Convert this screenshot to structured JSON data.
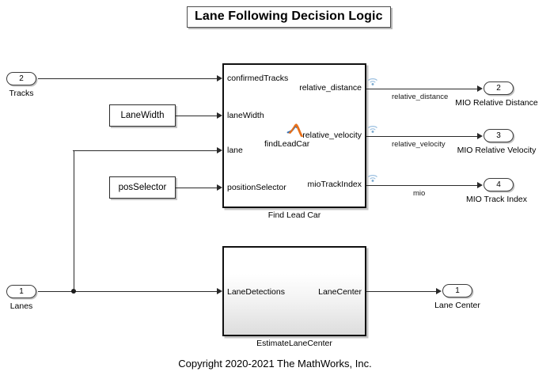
{
  "diagram": {
    "title": "Lane Following Decision Logic",
    "copyright": "Copyright 2020-2021 The MathWorks, Inc."
  },
  "inports": [
    {
      "number": "2",
      "label": "Tracks"
    },
    {
      "number": "1",
      "label": "Lanes"
    }
  ],
  "outports": [
    {
      "number": "2",
      "label": "MIO Relative Distance"
    },
    {
      "number": "3",
      "label": "MIO Relative Velocity"
    },
    {
      "number": "4",
      "label": "MIO Track Index"
    },
    {
      "number": "1",
      "label": "Lane Center"
    }
  ],
  "constants": [
    {
      "name": "LaneWidth"
    },
    {
      "name": "posSelector"
    }
  ],
  "blocks": {
    "find_lead_car": {
      "caption": "Find Lead Car",
      "function_name": "findLeadCar",
      "inputs": [
        "confirmedTracks",
        "laneWidth",
        "lane",
        "positionSelector"
      ],
      "outputs": [
        "relative_distance",
        "relative_velocity",
        "mioTrackIndex"
      ]
    },
    "estimate_lane_center": {
      "caption": "EstimateLaneCenter",
      "inputs": [
        "LaneDetections"
      ],
      "outputs": [
        "LaneCenter"
      ]
    }
  },
  "signal_labels": [
    "relative_distance",
    "relative_velocity",
    "mio"
  ],
  "colors": {
    "line": "#2a2a2a",
    "block_border": "#111111",
    "wireless_icon": "#8fb8dd",
    "matlab_orange": "#e8701a",
    "matlab_blue": "#2f6fb5",
    "background": "#ffffff"
  }
}
